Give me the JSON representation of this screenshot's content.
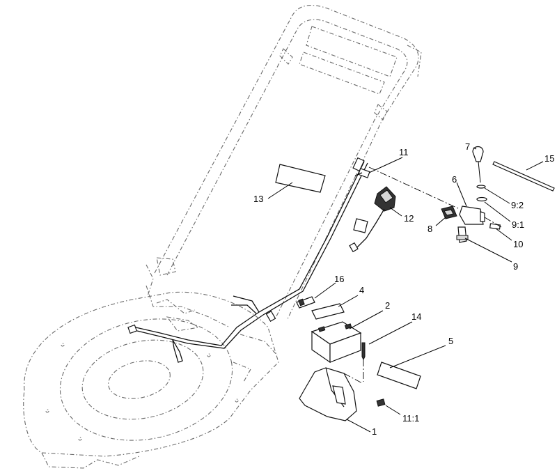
{
  "callouts": [
    {
      "id": "c1",
      "label": "1"
    },
    {
      "id": "c2",
      "label": "2"
    },
    {
      "id": "c4",
      "label": "4"
    },
    {
      "id": "c5",
      "label": "5"
    },
    {
      "id": "c6",
      "label": "6"
    },
    {
      "id": "c7",
      "label": "7"
    },
    {
      "id": "c8",
      "label": "8"
    },
    {
      "id": "c9",
      "label": "9"
    },
    {
      "id": "c91",
      "label": "9:1"
    },
    {
      "id": "c92",
      "label": "9:2"
    },
    {
      "id": "c10",
      "label": "10"
    },
    {
      "id": "c11",
      "label": "11"
    },
    {
      "id": "c111",
      "label": "11:1"
    },
    {
      "id": "c12",
      "label": "12"
    },
    {
      "id": "c13",
      "label": "13"
    },
    {
      "id": "c14",
      "label": "14"
    },
    {
      "id": "c15",
      "label": "15"
    },
    {
      "id": "c16",
      "label": "16"
    }
  ]
}
